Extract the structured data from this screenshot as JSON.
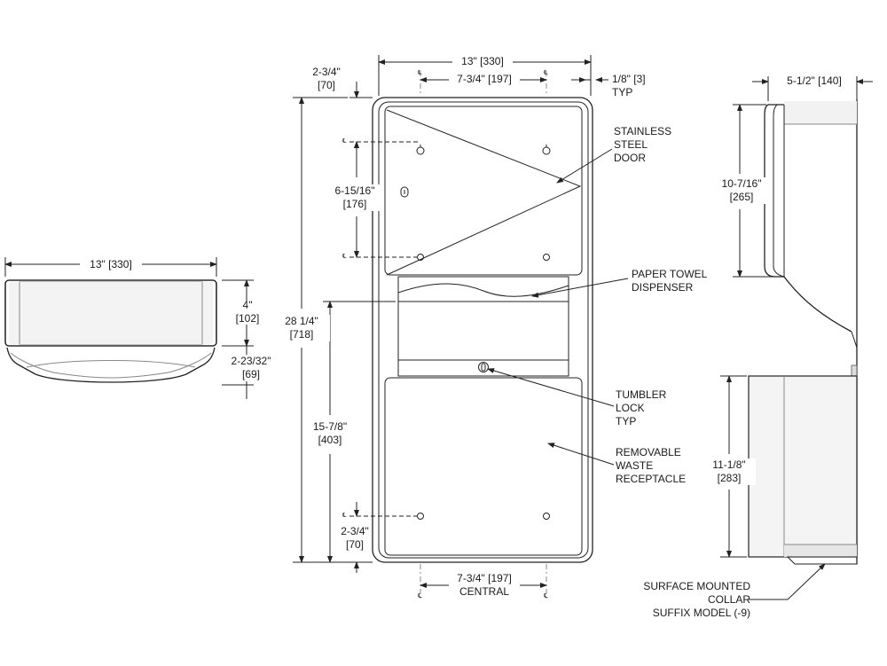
{
  "views": {
    "top": {
      "width_label": "13\" [330]",
      "depth_label": "4\"\n[102]",
      "lip_label": "2-23/32\"\n[69]"
    },
    "front": {
      "width_label": "13\" [330]",
      "bolt_spacing_top": "7-3/4\" [197]",
      "edge_label": "1/8\" [3]\nTYP",
      "top_offset": "2-3/4\"\n[70]",
      "upper_spacing": "6-15/16\"\n[176]",
      "overall_height": "28 1/4\"\n[718]",
      "lower_height": "15-7/8\"\n[403]",
      "bottom_offset": "2-3/4\"\n[70]",
      "bolt_spacing_bottom": "7-3/4\" [197]\nCENTRAL",
      "centerline_symbol": "℄"
    },
    "side": {
      "depth_label": "5-1/2\" [140]",
      "door_height": "10-7/16\"\n[265]",
      "receptacle_height": "11-1/8\"\n[283]"
    }
  },
  "callouts": {
    "door": "STAINLESS\nSTEEL\nDOOR",
    "dispenser": "PAPER TOWEL\nDISPENSER",
    "lock": "TUMBLER\nLOCK\nTYP",
    "receptacle": "REMOVABLE\nWASTE\nRECEPTACLE",
    "collar": "SURFACE MOUNTED\nCOLLAR\nSUFFIX MODEL (-9)"
  }
}
